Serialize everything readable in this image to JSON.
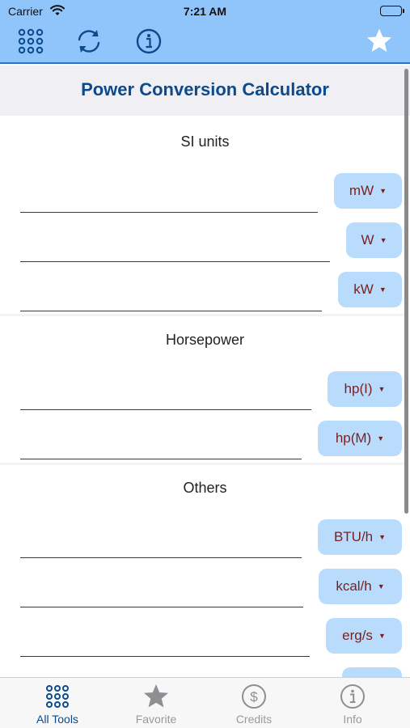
{
  "status_bar": {
    "carrier": "Carrier",
    "time": "7:21 AM"
  },
  "toolbar": {
    "icons": [
      "grid-icon",
      "refresh-icon",
      "info-icon",
      "star-icon"
    ]
  },
  "title": "Power Conversion Calculator",
  "sections": [
    {
      "title": "SI units",
      "fields": [
        {
          "unit": "mW",
          "value": ""
        },
        {
          "unit": "W",
          "value": ""
        },
        {
          "unit": "kW",
          "value": ""
        }
      ]
    },
    {
      "title": "Horsepower",
      "fields": [
        {
          "unit": "hp(I)",
          "value": ""
        },
        {
          "unit": "hp(M)",
          "value": ""
        }
      ]
    },
    {
      "title": "Others",
      "fields": [
        {
          "unit": "BTU/h",
          "value": ""
        },
        {
          "unit": "kcal/h",
          "value": ""
        },
        {
          "unit": "erg/s",
          "value": ""
        }
      ]
    }
  ],
  "tabbar": {
    "tabs": [
      {
        "label": "All Tools",
        "icon": "grid-icon",
        "active": true
      },
      {
        "label": "Favorite",
        "icon": "star-icon",
        "active": false
      },
      {
        "label": "Credits",
        "icon": "dollar-icon",
        "active": false
      },
      {
        "label": "Info",
        "icon": "info-icon",
        "active": false
      }
    ]
  },
  "colors": {
    "header_bg": "#8fc5fb",
    "title_text": "#0d4a8c",
    "unit_button_bg": "#b9dcfd",
    "unit_button_text": "#7a1f1f",
    "active_tab": "#0d4a8c"
  }
}
